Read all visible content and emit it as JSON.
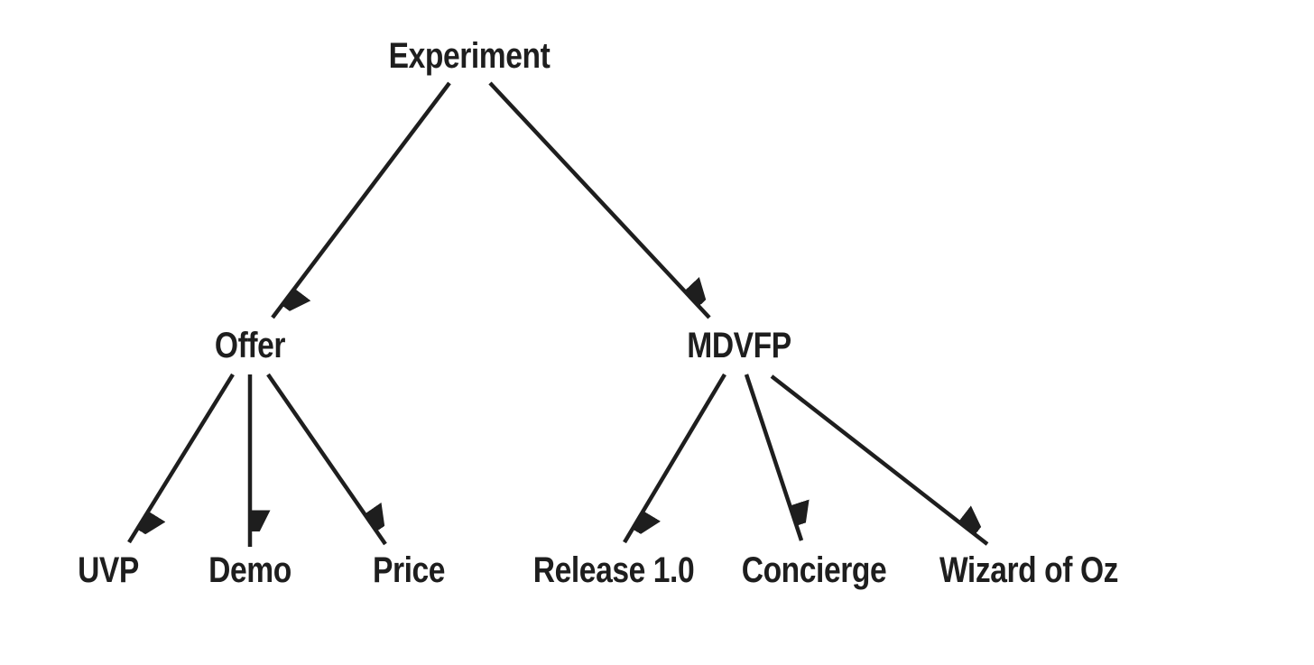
{
  "diagram": {
    "title": "Experiment tree diagram",
    "background_color": "#ffffff",
    "text_color": "#1e1e1e",
    "arrow_color": "#1e1e1e",
    "nodes": [
      {
        "id": "experiment",
        "label": "Experiment",
        "level": 0
      },
      {
        "id": "offer",
        "label": "Offer",
        "level": 1
      },
      {
        "id": "mdvfp",
        "label": "MDVFP",
        "level": 1
      },
      {
        "id": "uvp",
        "label": "UVP",
        "level": 2
      },
      {
        "id": "demo",
        "label": "Demo",
        "level": 2
      },
      {
        "id": "price",
        "label": "Price",
        "level": 2
      },
      {
        "id": "release",
        "label": "Release 1.0",
        "level": 2
      },
      {
        "id": "concierge",
        "label": "Concierge",
        "level": 2
      },
      {
        "id": "wizard",
        "label": "Wizard of Oz",
        "level": 2
      }
    ],
    "edges": [
      {
        "from": "Experiment",
        "to": "Offer"
      },
      {
        "from": "Experiment",
        "to": "MDVFP"
      },
      {
        "from": "Offer",
        "to": "UVP"
      },
      {
        "from": "Offer",
        "to": "Demo"
      },
      {
        "from": "Offer",
        "to": "Price"
      },
      {
        "from": "MDVFP",
        "to": "Release 1.0"
      },
      {
        "from": "MDVFP",
        "to": "Concierge"
      },
      {
        "from": "MDVFP",
        "to": "Wizard of Oz"
      }
    ]
  }
}
